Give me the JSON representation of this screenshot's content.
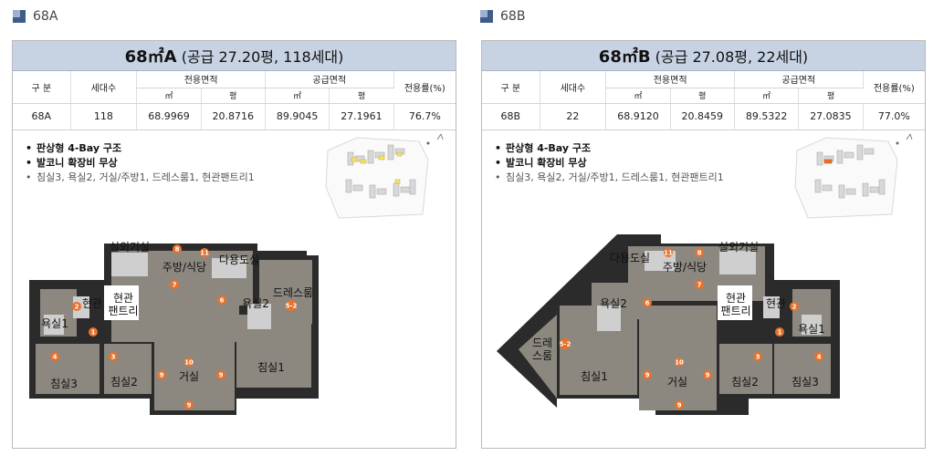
{
  "sections": [
    {
      "label": "68A",
      "title_big": "68㎡A",
      "title_small": "(공급 27.20평, 118세대)",
      "table": {
        "h_division": "구 분",
        "h_households": "세대수",
        "h_exclusive": "전용면적",
        "h_supply": "공급면적",
        "h_ratio": "전용률(%)",
        "h_m2": "㎡",
        "h_pyeong": "평",
        "row": [
          "68A",
          "118",
          "68.9969",
          "20.8716",
          "89.9045",
          "27.1961",
          "76.7%"
        ]
      },
      "features": [
        "판상형 4-Bay 구조",
        "발코니 확장비 무상",
        "침실3, 욕실2, 거실/주방1, 드레스룸1, 현관팬트리1"
      ],
      "rooms": {
        "outdoor": "실외기실",
        "kitchen": "주방/식당",
        "utility": "다용도실",
        "dress": "드레스룸",
        "bath2": "욕실2",
        "entrance": "현관",
        "pantry1": "현관",
        "pantry2": "팬트리",
        "bath1": "욕실1",
        "bed3": "침실3",
        "bed2": "침실2",
        "living": "거실",
        "bed1": "침실1"
      },
      "markers": [
        "8",
        "11",
        "7",
        "6",
        "5-2",
        "2",
        "1",
        "4",
        "3",
        "10",
        "9",
        "9",
        "9"
      ]
    },
    {
      "label": "68B",
      "title_big": "68㎡B",
      "title_small": "(공급 27.08평, 22세대)",
      "table": {
        "h_division": "구 분",
        "h_households": "세대수",
        "h_exclusive": "전용면적",
        "h_supply": "공급면적",
        "h_ratio": "전용률(%)",
        "h_m2": "㎡",
        "h_pyeong": "평",
        "row": [
          "68B",
          "22",
          "68.9120",
          "20.8459",
          "89.5322",
          "27.0835",
          "77.0%"
        ]
      },
      "features": [
        "판상형 4-Bay 구조",
        "발코니 확장비 무상",
        "침실3, 욕실2, 거실/주방1, 드레스룸1, 현관팬트리1"
      ],
      "rooms": {
        "utility": "다용도실",
        "kitchen": "주방/식당",
        "outdoor": "실외기실",
        "bath2": "욕실2",
        "pantry1": "현관",
        "pantry2": "팬트리",
        "entrance": "현관",
        "bath1": "욕실1",
        "dress1": "드레",
        "dress2": "스룸",
        "bed1": "침실1",
        "living": "거실",
        "bed2": "침실2",
        "bed3": "침실3"
      },
      "markers": [
        "11",
        "8",
        "7",
        "6",
        "2",
        "1",
        "5-2",
        "3",
        "4",
        "10",
        "9",
        "9",
        "9"
      ]
    }
  ],
  "colors": {
    "floor": "#8c8880",
    "wall": "#2b2b2b",
    "marker": "#e8722c",
    "header_bg": "#c7d2e3",
    "accent_square": "#3f5b8a"
  }
}
